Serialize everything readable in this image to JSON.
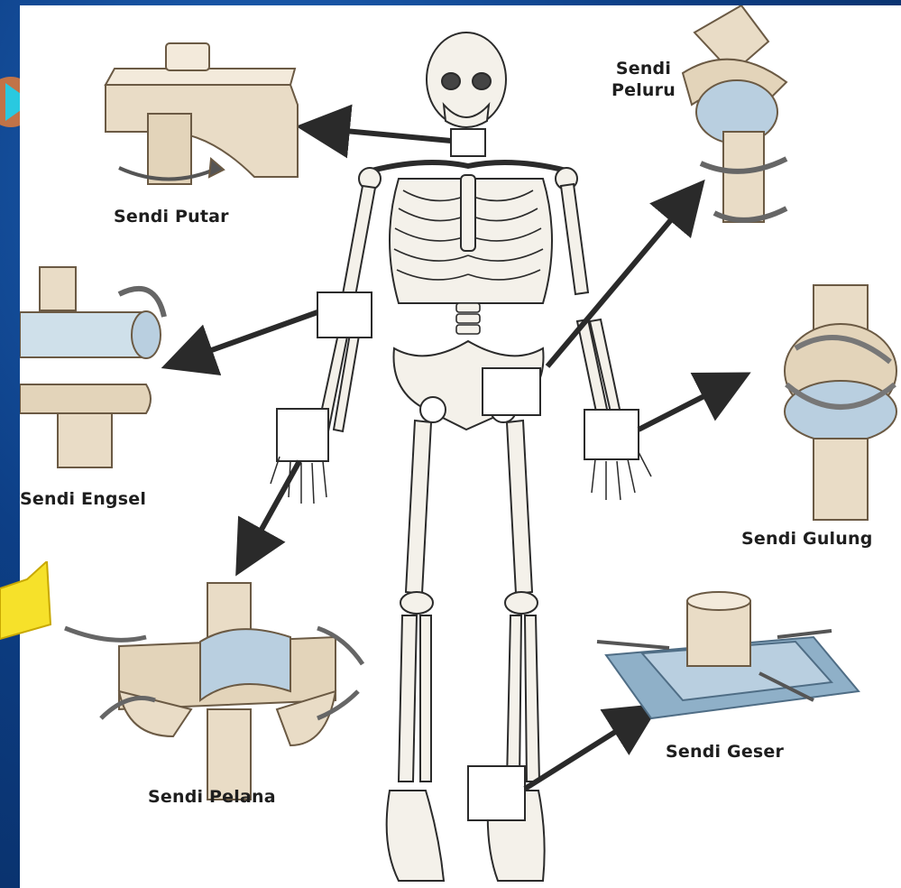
{
  "diagram": {
    "labels": {
      "putar": "Sendi Putar",
      "peluru_line1": "Sendi",
      "peluru_line2": "Peluru",
      "engsel": "Sendi Engsel",
      "gulung": "Sendi Gulung",
      "pelana": "Sendi Pelana",
      "geser": "Sendi Geser"
    },
    "colors": {
      "background": "#0d3f86",
      "bone_fill": "#e9dcc6",
      "joint_highlight": "#b9cfe0",
      "arrow_dark": "#2a2a2a",
      "pointer_yellow": "#f6e12a",
      "bullet_cyan": "#29c9e0"
    }
  }
}
